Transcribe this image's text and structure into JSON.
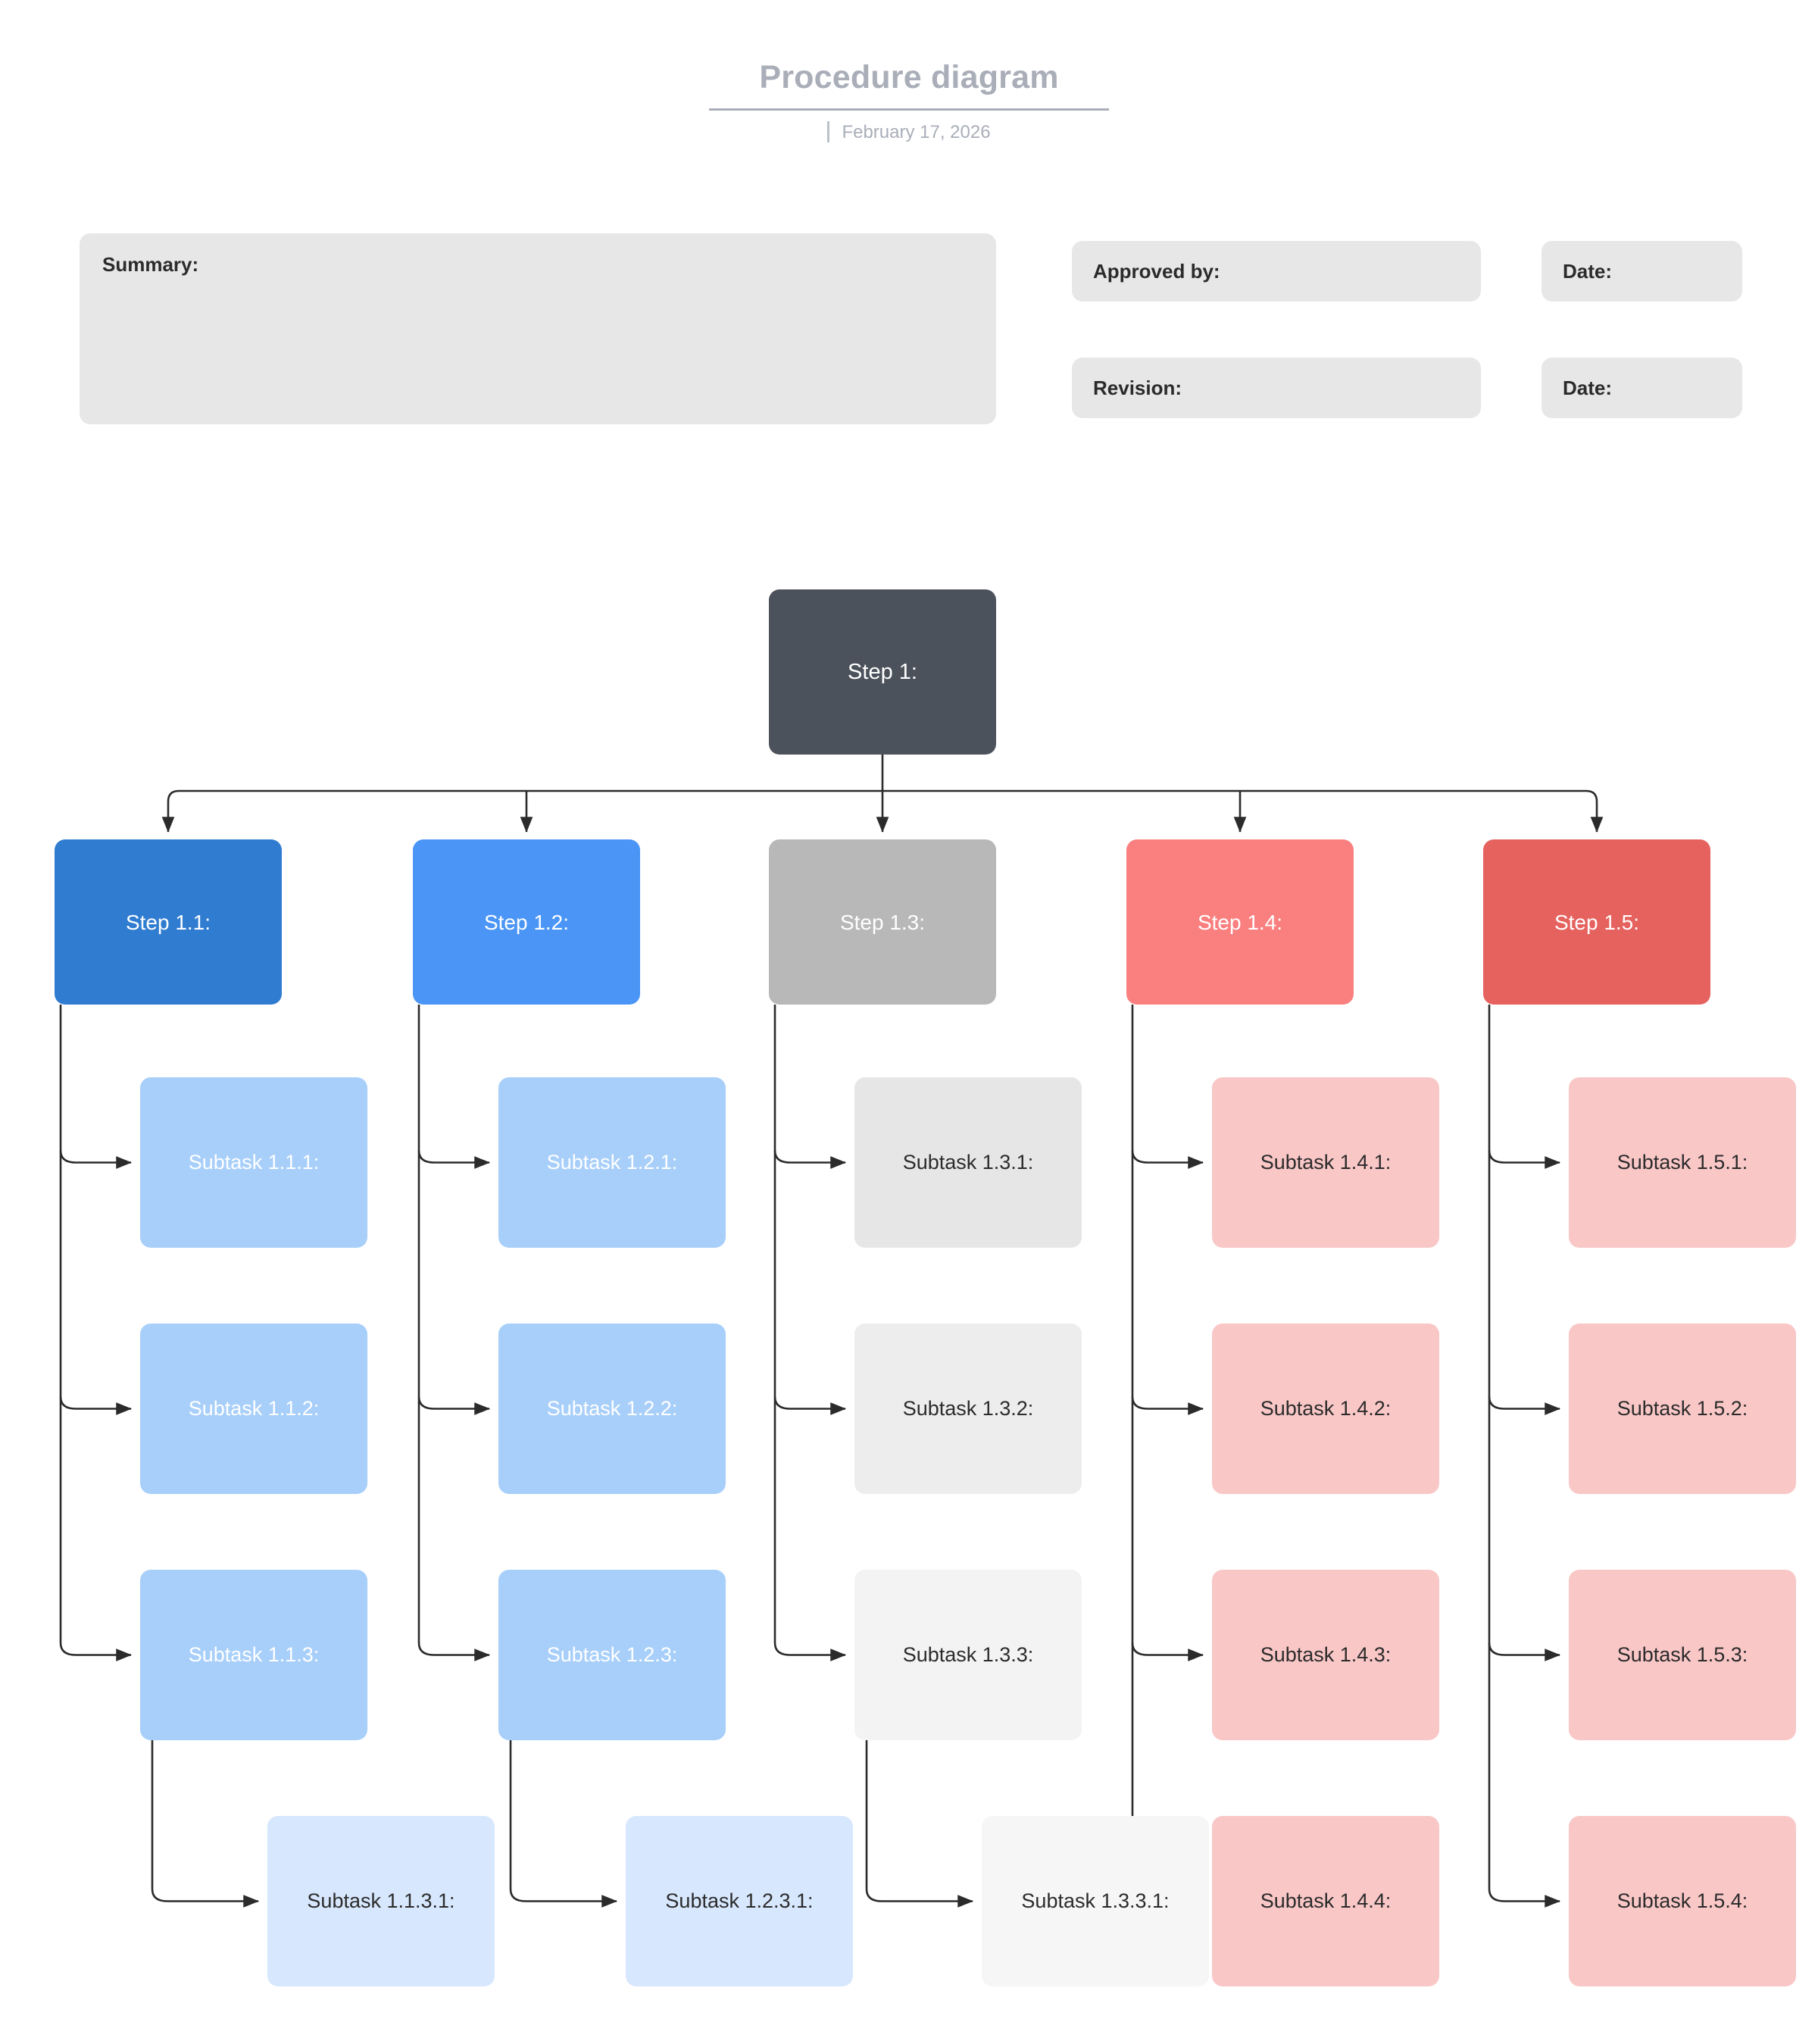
{
  "header": {
    "title": "Procedure diagram",
    "date": "February 17, 2026"
  },
  "meta": {
    "summary_label": "Summary:",
    "approved_by_label": "Approved by:",
    "approved_date_label": "Date:",
    "revision_label": "Revision:",
    "revision_date_label": "Date:"
  },
  "colors": {
    "root": "#4c525c",
    "step_1_1": "#2f7cd0",
    "step_1_2": "#4a95f5",
    "step_1_3": "#b8b8b8",
    "step_1_4": "#fa7f7f",
    "step_1_5": "#e5625e",
    "sub_blue": "#a8cffa",
    "sub_blue_pale": "#d7e7fd",
    "sub_gray_1": "#e6e6e6",
    "sub_gray_2": "#ededed",
    "sub_gray_3": "#f3f3f3",
    "sub_gray_4": "#f6f6f6",
    "sub_pink": "#fac7c7",
    "connector": "#2b2b2b",
    "meta_box": "#e7e7e7",
    "header_text": "#a9aeb8"
  },
  "diagram": {
    "root": {
      "label": "Step 1:",
      "fill": "#4c525c",
      "text_color": "#ffffff"
    },
    "columns": [
      {
        "step": {
          "label": "Step 1.1:",
          "fill": "#2f7cd0",
          "text_color": "#ffffff"
        },
        "subtasks": [
          {
            "label": "Subtask 1.1.1:",
            "fill": "#a8cffa",
            "text_color": "#ffffff",
            "depth": 1
          },
          {
            "label": "Subtask 1.1.2:",
            "fill": "#a8cffa",
            "text_color": "#ffffff",
            "depth": 1
          },
          {
            "label": "Subtask 1.1.3:",
            "fill": "#a8cffa",
            "text_color": "#ffffff",
            "depth": 1
          },
          {
            "label": "Subtask 1.1.3.1:",
            "fill": "#d7e7fd",
            "text_color": "#2b2b2b",
            "depth": 2
          }
        ]
      },
      {
        "step": {
          "label": "Step 1.2:",
          "fill": "#4a95f5",
          "text_color": "#ffffff"
        },
        "subtasks": [
          {
            "label": "Subtask 1.2.1:",
            "fill": "#a8cffa",
            "text_color": "#ffffff",
            "depth": 1
          },
          {
            "label": "Subtask 1.2.2:",
            "fill": "#a8cffa",
            "text_color": "#ffffff",
            "depth": 1
          },
          {
            "label": "Subtask 1.2.3:",
            "fill": "#a8cffa",
            "text_color": "#ffffff",
            "depth": 1
          },
          {
            "label": "Subtask 1.2.3.1:",
            "fill": "#d7e7fd",
            "text_color": "#2b2b2b",
            "depth": 2
          }
        ]
      },
      {
        "step": {
          "label": "Step 1.3:",
          "fill": "#b8b8b8",
          "text_color": "#ffffff"
        },
        "subtasks": [
          {
            "label": "Subtask 1.3.1:",
            "fill": "#e6e6e6",
            "text_color": "#2b2b2b",
            "depth": 1
          },
          {
            "label": "Subtask 1.3.2:",
            "fill": "#ededed",
            "text_color": "#2b2b2b",
            "depth": 1
          },
          {
            "label": "Subtask 1.3.3:",
            "fill": "#f3f3f3",
            "text_color": "#2b2b2b",
            "depth": 1
          },
          {
            "label": "Subtask 1.3.3.1:",
            "fill": "#f6f6f6",
            "text_color": "#2b2b2b",
            "depth": 2
          }
        ]
      },
      {
        "step": {
          "label": "Step 1.4:",
          "fill": "#fa7f7f",
          "text_color": "#ffffff"
        },
        "subtasks": [
          {
            "label": "Subtask 1.4.1:",
            "fill": "#fac7c7",
            "text_color": "#2b2b2b",
            "depth": 1
          },
          {
            "label": "Subtask 1.4.2:",
            "fill": "#fac7c7",
            "text_color": "#2b2b2b",
            "depth": 1
          },
          {
            "label": "Subtask 1.4.3:",
            "fill": "#fac7c7",
            "text_color": "#2b2b2b",
            "depth": 1
          },
          {
            "label": "Subtask 1.4.4:",
            "fill": "#fac7c7",
            "text_color": "#2b2b2b",
            "depth": 1
          }
        ]
      },
      {
        "step": {
          "label": "Step 1.5:",
          "fill": "#e5625e",
          "text_color": "#ffffff"
        },
        "subtasks": [
          {
            "label": "Subtask 1.5.1:",
            "fill": "#fac7c7",
            "text_color": "#2b2b2b",
            "depth": 1
          },
          {
            "label": "Subtask 1.5.2:",
            "fill": "#fac7c7",
            "text_color": "#2b2b2b",
            "depth": 1
          },
          {
            "label": "Subtask 1.5.3:",
            "fill": "#fac7c7",
            "text_color": "#2b2b2b",
            "depth": 1
          },
          {
            "label": "Subtask 1.5.4:",
            "fill": "#fac7c7",
            "text_color": "#2b2b2b",
            "depth": 1
          }
        ]
      }
    ]
  }
}
